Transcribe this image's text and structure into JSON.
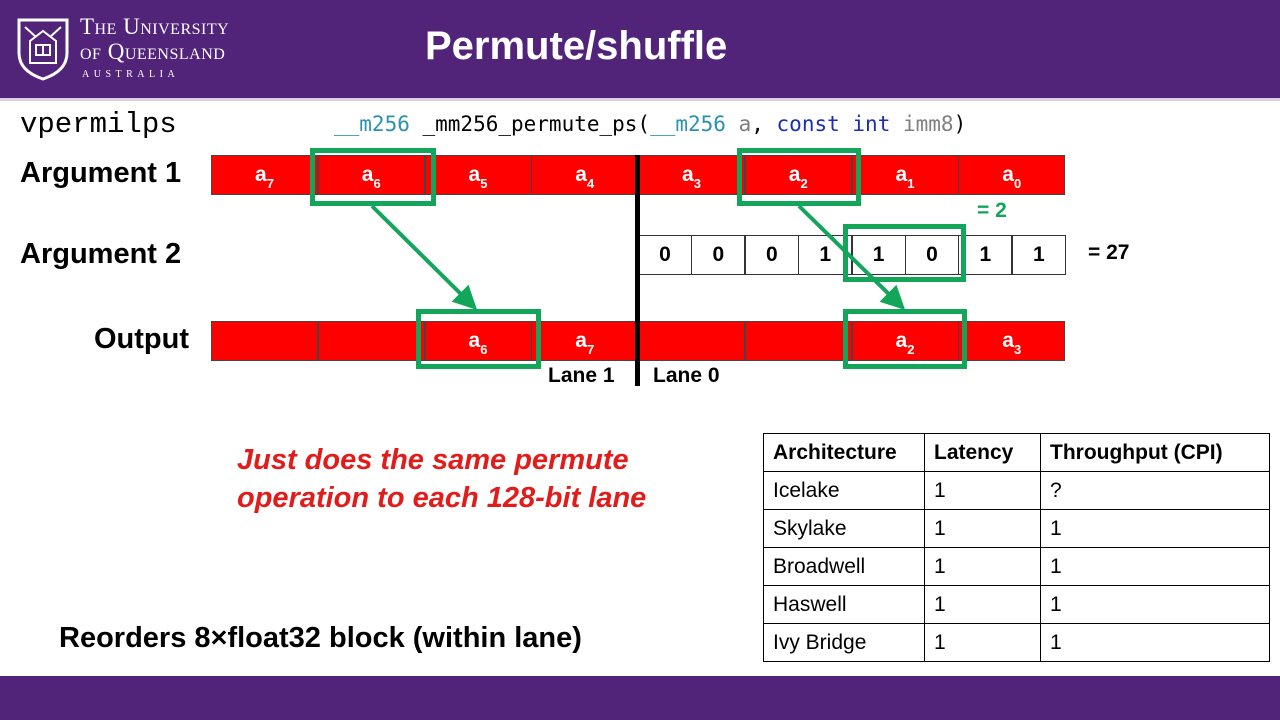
{
  "header": {
    "university_line1": "The University",
    "university_line2": "of Queensland",
    "university_line3": "AUSTRALIA",
    "title": "Permute/shuffle",
    "brand_color": "#51247a"
  },
  "instruction": {
    "mnemonic": "vpermilps",
    "signature": {
      "type1": "__m256",
      "fn": " _mm256_permute_ps(",
      "type2": "__m256",
      "arg_a": " a",
      "comma": ", ",
      "kw_const": "const",
      "space": " ",
      "kw_int": "int",
      "param": " imm8",
      "close": ")"
    }
  },
  "diagram": {
    "argument1_label": "Argument 1",
    "argument2_label": "Argument 2",
    "output_label": "Output",
    "argument1_cells": [
      {
        "base": "a",
        "sub": "7"
      },
      {
        "base": "a",
        "sub": "6"
      },
      {
        "base": "a",
        "sub": "5"
      },
      {
        "base": "a",
        "sub": "4"
      },
      {
        "base": "a",
        "sub": "3"
      },
      {
        "base": "a",
        "sub": "2"
      },
      {
        "base": "a",
        "sub": "1"
      },
      {
        "base": "a",
        "sub": "0"
      }
    ],
    "argument2_bits": [
      "0",
      "0",
      "0",
      "1",
      "1",
      "0",
      "1",
      "1"
    ],
    "argument2_value": "= 27",
    "selected_index_label": "= 2",
    "output_cells": [
      {
        "base": "",
        "sub": ""
      },
      {
        "base": "",
        "sub": ""
      },
      {
        "base": "a",
        "sub": "6"
      },
      {
        "base": "a",
        "sub": "7"
      },
      {
        "base": "",
        "sub": ""
      },
      {
        "base": "",
        "sub": ""
      },
      {
        "base": "a",
        "sub": "2"
      },
      {
        "base": "a",
        "sub": "3"
      }
    ],
    "lane1_label": "Lane 1",
    "lane0_label": "Lane 0",
    "cell_color": "#ff0000",
    "highlight_color": "#13a55a"
  },
  "note": {
    "line1": "Just does the same permute",
    "line2": "operation to each 128-bit lane",
    "color": "#e21b1b"
  },
  "summary": "Reorders 8×float32 block (within lane)",
  "perf_table": {
    "headers": [
      "Architecture",
      "Latency",
      "Throughput (CPI)"
    ],
    "rows": [
      [
        "Icelake",
        "1",
        "?"
      ],
      [
        "Skylake",
        "1",
        "1"
      ],
      [
        "Broadwell",
        "1",
        "1"
      ],
      [
        "Haswell",
        "1",
        "1"
      ],
      [
        "Ivy Bridge",
        "1",
        "1"
      ]
    ]
  }
}
